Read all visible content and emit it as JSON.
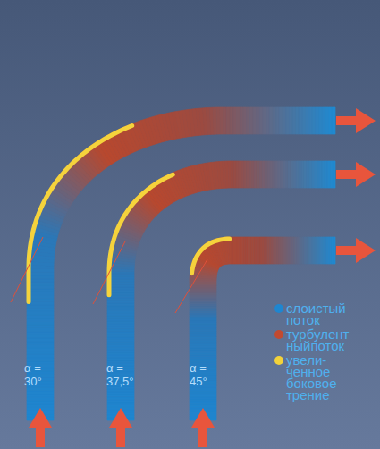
{
  "diagram": {
    "labels": [
      "α = 30°",
      "α = 37,5°",
      "α = 45°"
    ],
    "legend": [
      {
        "text": "слоистый поток",
        "color": "#1e86d0"
      },
      {
        "text": "турбулент ныйпоток",
        "color": "#c24a30"
      },
      {
        "text": "увели- ченное боковое трение",
        "color": "#f2d23a"
      }
    ]
  }
}
